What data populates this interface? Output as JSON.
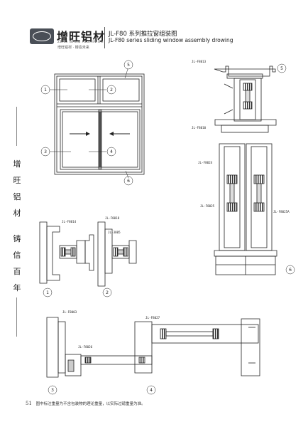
{
  "header": {
    "brand_cn": "增旺铝材",
    "brand_en": "ZENG WANG ALUMINIUM",
    "brand_slogan": "增旺铝材 · 铸造未来",
    "title_cn": "JL-F80 系列推拉窗组装图",
    "title_en": "JL-F80 series sliding window assembly drowing"
  },
  "sidebar": {
    "chars": [
      "增",
      "旺",
      "铝",
      "材",
      "铸",
      "信",
      "百",
      "年"
    ]
  },
  "callouts": {
    "c1": "1",
    "c2": "2",
    "c3": "3",
    "c4": "4",
    "c5": "5",
    "c6": "6"
  },
  "profiles": {
    "p13": "JL-F8013",
    "p10": "JL-F8010",
    "p24": "JL-F8024",
    "p25": "JL-F8025",
    "p25a": "JL-F8025A",
    "p14": "JL-F8014",
    "p18": "JL-F8018",
    "p05": "JL-3805",
    "p03": "JL-F8003",
    "p27": "JL-F8027",
    "p26": "JL-F8026"
  },
  "footer": {
    "page_number": "51",
    "note": "图中标注重量为不含包装物的理论重量，以实际过磅重量为准。"
  },
  "colors": {
    "line": "#222222",
    "glass_strip": "#333333"
  }
}
